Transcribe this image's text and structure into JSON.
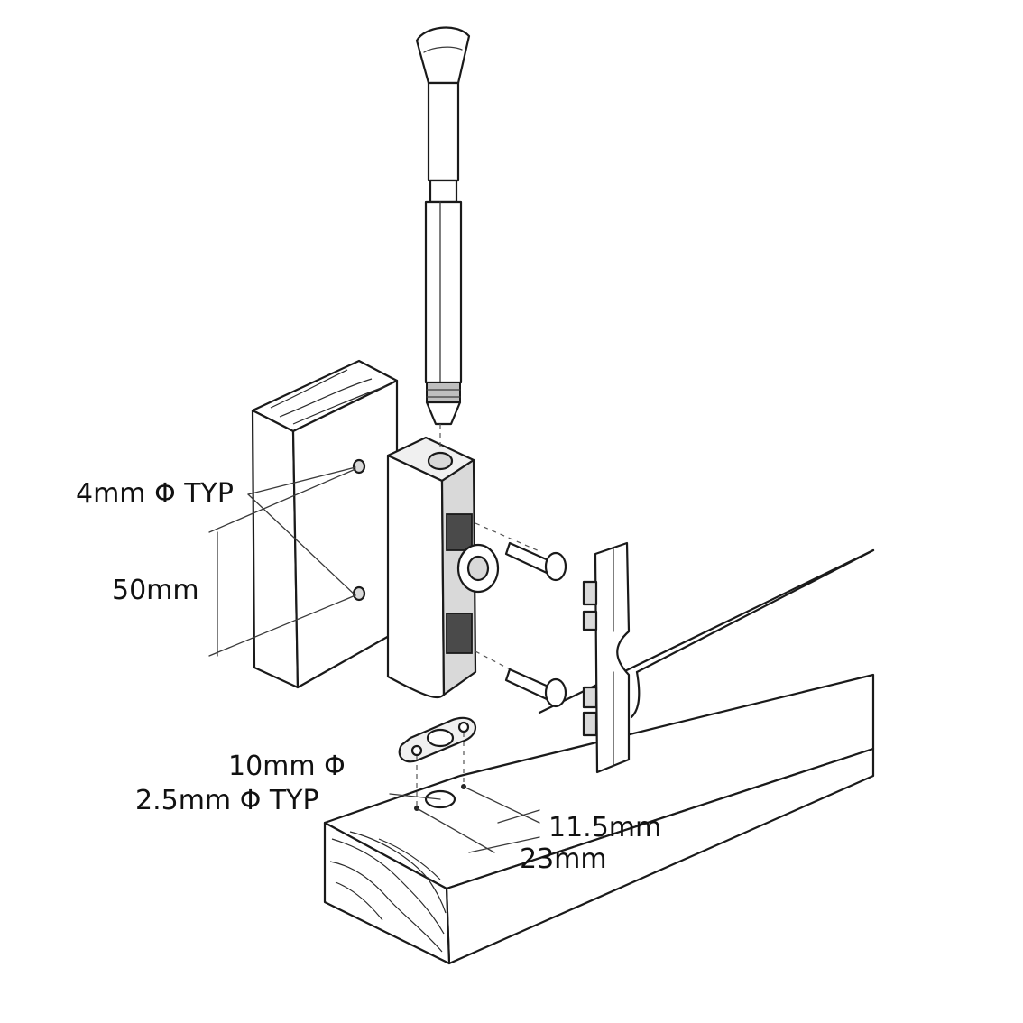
{
  "labels": {
    "hole_4mm": "4mm Φ TYP",
    "spacing_50mm": "50mm",
    "hole_10mm": "10mm Φ",
    "hole_2_5mm": "2.5mm Φ TYP",
    "dim_11_5mm": "11.5mm",
    "dim_23mm": "23mm"
  }
}
